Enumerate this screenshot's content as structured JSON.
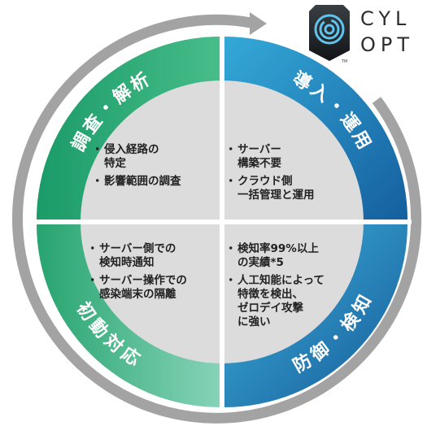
{
  "logo": {
    "line1": "CYL",
    "line2": "OPT",
    "badge_icon": "concentric-rings-shield-icon",
    "tm": "TM"
  },
  "quadrants": [
    {
      "id": "investigate",
      "title": "調査・解析",
      "color": "#22ad74",
      "items": [
        "侵入経路の\n特定",
        "影響範囲の調査"
      ]
    },
    {
      "id": "deploy",
      "title": "導入・運用",
      "color": "#1c8fc4",
      "items": [
        "サーバー\n構築不要",
        "クラウド側\n一括管理と運用"
      ]
    },
    {
      "id": "respond",
      "title": "初動対応",
      "color": "#3cb88e",
      "items": [
        "サーバー側での\n検知時通知",
        "サーバー操作での\n感染端末の隔離"
      ]
    },
    {
      "id": "defend",
      "title": "防御・検知",
      "color": "#1f7fb9",
      "items": [
        "検知率99%以上\nの実績*5",
        "人工知能によって\n特徴を検出、\nゼロデイ攻撃\nに強い"
      ]
    }
  ],
  "colors": {
    "arrow_gray": "#a3a3a3",
    "center_gray": "#dcdcdc",
    "green_dark": "#1a9b68",
    "green_light": "#7fd0b4",
    "blue_dark": "#155f9e",
    "blue_light": "#34a9d8"
  }
}
